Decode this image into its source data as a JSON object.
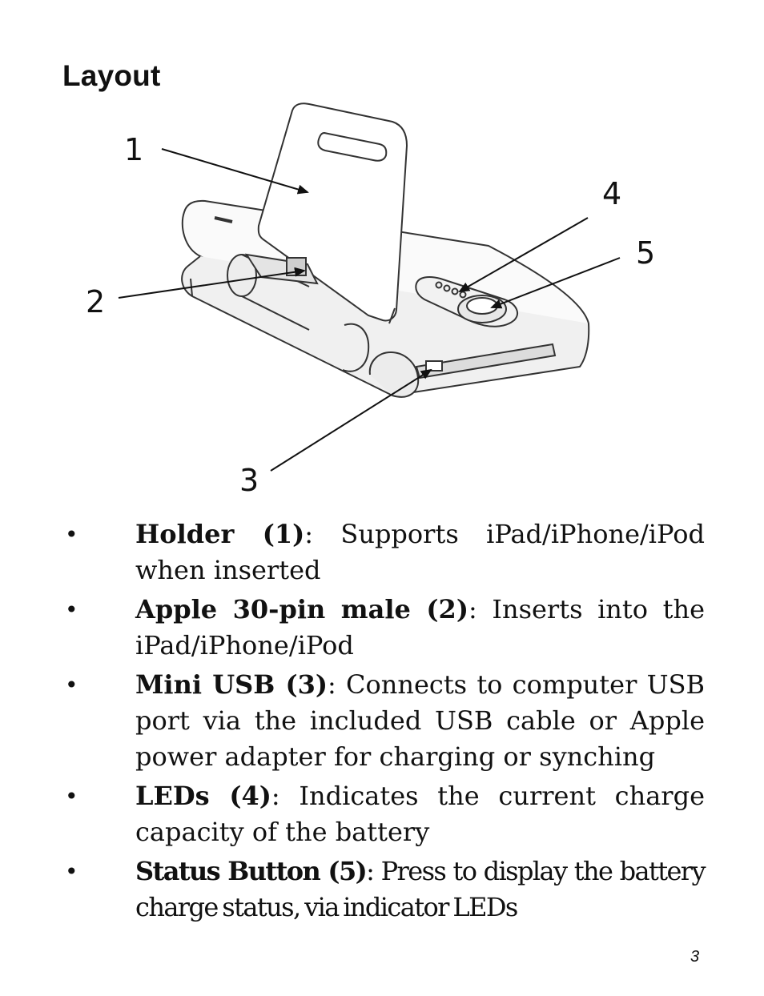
{
  "section": {
    "title": "Layout"
  },
  "figure": {
    "callouts": [
      "1",
      "2",
      "3",
      "4",
      "5"
    ]
  },
  "items": [
    {
      "term": "Holder (1)",
      "separator": ":",
      "description": " Supports iPad/iPhone/iPod when inserted"
    },
    {
      "term": "Apple 30-pin male (2)",
      "separator": ":",
      "description": " Inserts into the iPad/iPhone/iPod"
    },
    {
      "term": "Mini USB (3)",
      "separator": ":",
      "description": " Connects to computer USB port via the included USB cable or Apple power adapter for charging or synching"
    },
    {
      "term": "LEDs (4)",
      "separator": ":",
      "description": " Indicates the current charge capacity of the battery"
    },
    {
      "term": "Status Button (5)",
      "separator": ":",
      "description": " Press to display the battery charge status, via indicator LEDs"
    }
  ],
  "bullet": "•",
  "page": {
    "number": "3"
  }
}
